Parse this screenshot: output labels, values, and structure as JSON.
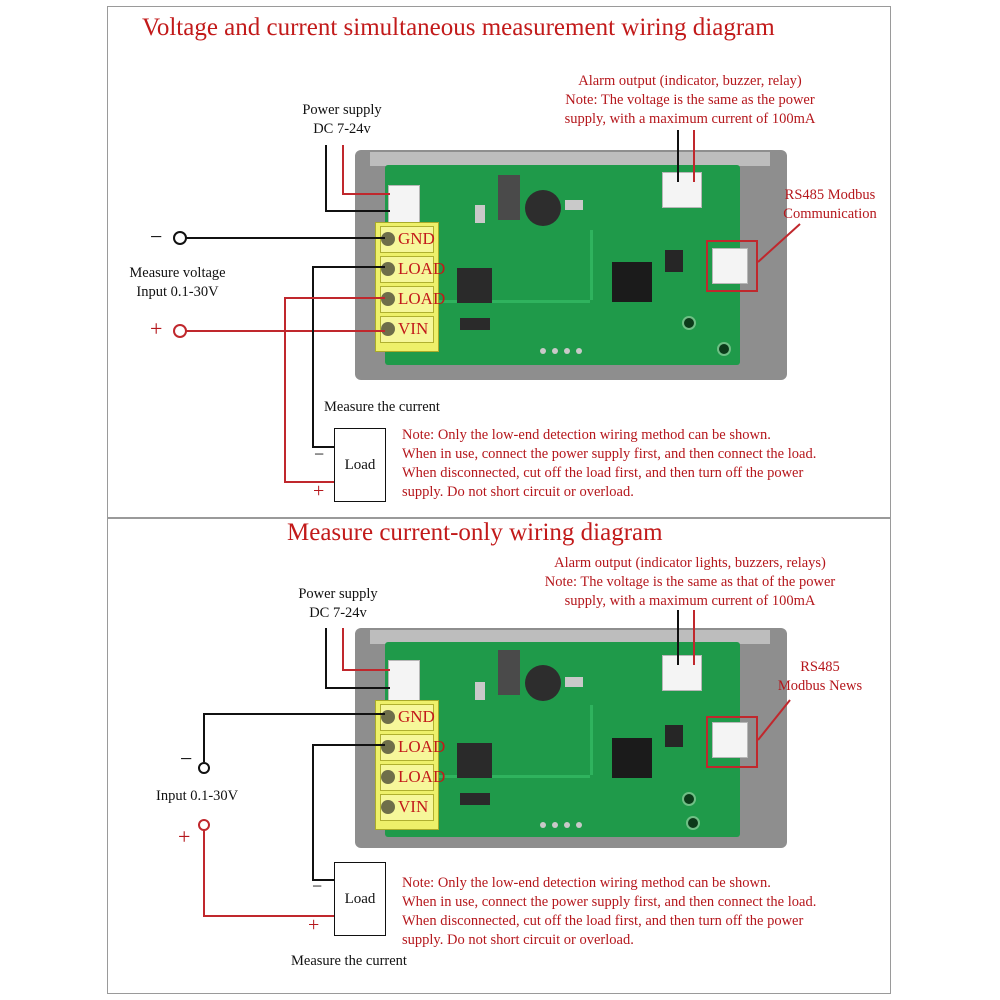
{
  "top": {
    "title": "Voltage and current simultaneous measurement wiring diagram",
    "power_supply_label": "Power supply",
    "power_supply_range": "DC 7-24v",
    "alarm_line1": "Alarm output (indicator, buzzer, relay)",
    "alarm_line2": "Note: The voltage is the same as the power",
    "alarm_line3": "supply, with a maximum current of 100mA",
    "rs485_line1": "RS485 Modbus",
    "rs485_line2": "Communication",
    "measure_voltage_line1": "Measure voltage",
    "measure_voltage_line2": "Input 0.1-30V",
    "minus_sign": "−",
    "plus_sign": "+",
    "terminal_gnd": "GND",
    "terminal_load1": "LOAD",
    "terminal_load2": "LOAD",
    "terminal_vin": "VIN",
    "measure_current": "Measure the current",
    "load_label": "Load",
    "load_minus": "−",
    "load_plus": "+",
    "note_line1": "Note: Only the low-end detection wiring method can be shown.",
    "note_line2": "When in use, connect the power supply first, and then connect the load.",
    "note_line3": "When disconnected, cut off the load first, and then turn off the power",
    "note_line4": "supply. Do not short circuit or overload."
  },
  "bottom": {
    "title": "Measure current-only wiring diagram",
    "power_supply_label": "Power supply",
    "power_supply_range": "DC 7-24v",
    "alarm_line1": "Alarm output (indicator lights, buzzers, relays)",
    "alarm_line2": "Note: The voltage is the same as that of the power",
    "alarm_line3": "supply, with a maximum current of 100mA",
    "rs485_line1": "RS485",
    "rs485_line2": "Modbus News",
    "input_range": "Input 0.1-30V",
    "minus_sign": "−",
    "plus_sign": "+",
    "terminal_gnd": "GND",
    "terminal_load1": "LOAD",
    "terminal_load2": "LOAD",
    "terminal_vin": "VIN",
    "measure_current": "Measure the current",
    "load_label": "Load",
    "load_minus": "−",
    "load_plus": "+",
    "note_line1": "Note: Only the low-end detection wiring method can be shown.",
    "note_line2": "When in use, connect the power supply first, and then connect the load.",
    "note_line3": "When disconnected, cut off the load first, and then turn off the power",
    "note_line4": "supply. Do not short circuit or overload."
  },
  "colors": {
    "title_red": "#c21a1a",
    "wire_black": "#111111",
    "wire_red": "#c0282d",
    "pcb_green": "#1f9a4a",
    "terminal_yellow": "#eef06a"
  }
}
